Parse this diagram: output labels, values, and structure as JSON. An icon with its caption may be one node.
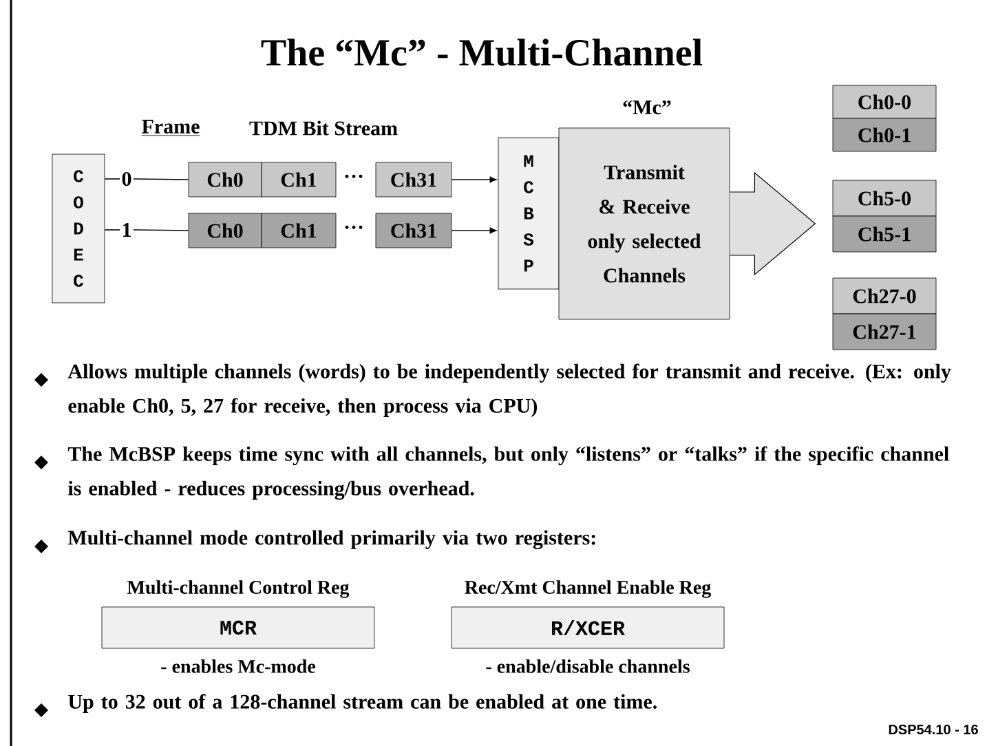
{
  "diagram": {
    "title": "The “Mc” - Multi-Channel",
    "nodes": [
      {
        "text": [
          "CODEC"
        ]
      },
      {
        "text": [
          "0"
        ]
      },
      {
        "text": [
          "1"
        ]
      },
      {
        "text": [
          "Ch0"
        ]
      },
      {
        "text": [
          "Ch1"
        ]
      },
      {
        "text": [
          "Ch31"
        ]
      },
      {
        "text": [
          "Ch0"
        ]
      },
      {
        "text": [
          "Ch1"
        ]
      },
      {
        "text": [
          "Ch31"
        ]
      },
      {
        "text": [
          "MCBSP"
        ]
      },
      {
        "text": [
          "“Mc”",
          "Transmit & Receive only selected Channels"
        ]
      },
      {
        "text": [
          "Ch0-0"
        ]
      },
      {
        "text": [
          "Ch0-1"
        ]
      },
      {
        "text": [
          "Ch5-0"
        ]
      },
      {
        "text": [
          "Ch5-1"
        ]
      },
      {
        "text": [
          "Ch27-0"
        ]
      },
      {
        "text": [
          "Ch27-1"
        ]
      },
      {
        "text": [
          "Multi-channel Control Reg",
          "MCR"
        ],
        "beside": [
          "- enables Mc-mode"
        ]
      },
      {
        "text": [
          "Rec/Xmt Channel Enable Reg",
          "R/XCER"
        ],
        "beside": [
          "- enable/disable channels"
        ]
      }
    ],
    "edges": [
      {
        "from": 0,
        "to": 1,
        "arrow": "none"
      },
      {
        "from": 1,
        "to": 3,
        "arrow": "none"
      },
      {
        "from": 0,
        "to": 2,
        "arrow": "none"
      },
      {
        "from": 2,
        "to": 6,
        "arrow": "none"
      },
      {
        "from": 5,
        "to": 9,
        "arrow": "to"
      },
      {
        "from": 8,
        "to": 9,
        "arrow": "to"
      },
      {
        "from": 10,
        "to": null,
        "arrow": "to",
        "style": "thick"
      }
    ],
    "labels": [
      "Frame",
      "TDM Bit Stream",
      "···",
      "···",
      "Allows multiple channels (words) to be independently selected for transmit and receive. (Ex: only enable Ch0, 5, 27 for receive, then process via CPU)",
      "The McBSP keeps time sync with all channels, but only “listens” or “talks” if the specific channel is enabled - reduces processing/bus overhead.",
      "Multi-channel mode controlled primarily via two registers:",
      "Up to 32 out of a 128-channel stream can be enabled at one time.",
      "DSP54.10 - 16"
    ]
  }
}
